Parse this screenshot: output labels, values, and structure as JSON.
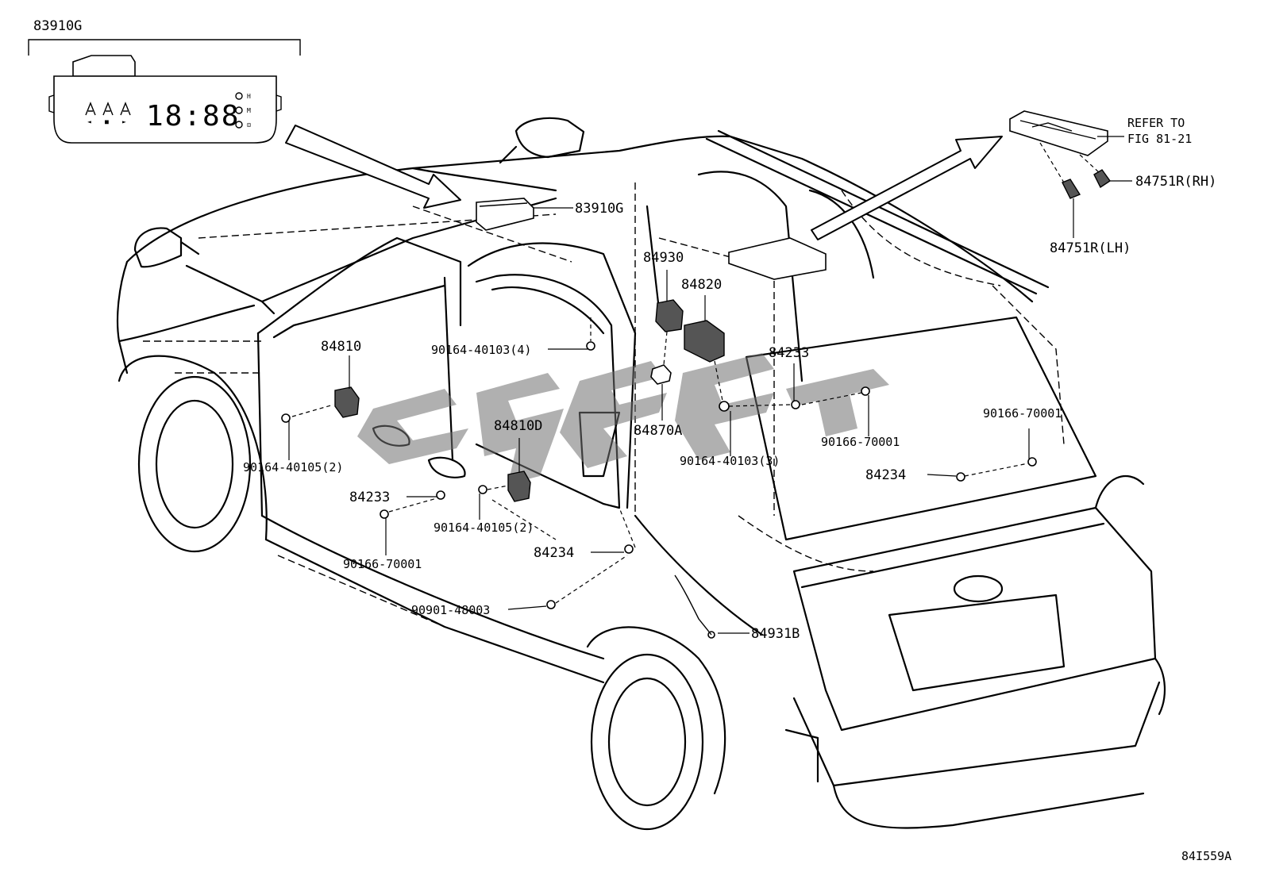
{
  "diagram_id": "84I559A",
  "inset": {
    "part_number": "83910G",
    "clock_display": "18:88",
    "side_indicators": [
      "H",
      "M",
      "⊡"
    ]
  },
  "labels": [
    {
      "id": "lbl-83910g",
      "text": "83910G"
    },
    {
      "id": "lbl-84930",
      "text": "84930"
    },
    {
      "id": "lbl-84820",
      "text": "84820"
    },
    {
      "id": "lbl-84810",
      "text": "84810"
    },
    {
      "id": "lbl-90164-40103-4",
      "text": "90164-40103(4)"
    },
    {
      "id": "lbl-84233-top",
      "text": "84233"
    },
    {
      "id": "lbl-84870a",
      "text": "84870A"
    },
    {
      "id": "lbl-84810d",
      "text": "84810D"
    },
    {
      "id": "lbl-90166-70001-mid",
      "text": "90166-70001"
    },
    {
      "id": "lbl-90164-40103-3",
      "text": "90164-40103(3)"
    },
    {
      "id": "lbl-90164-40105-2-left",
      "text": "90164-40105(2)"
    },
    {
      "id": "lbl-84233-left",
      "text": "84233"
    },
    {
      "id": "lbl-90164-40105-2-mid",
      "text": "90164-40105(2)"
    },
    {
      "id": "lbl-90166-70001-left",
      "text": "90166-70001"
    },
    {
      "id": "lbl-84234-mid",
      "text": "84234"
    },
    {
      "id": "lbl-90901-48003",
      "text": "90901-48003"
    },
    {
      "id": "lbl-84931b",
      "text": "84931B"
    },
    {
      "id": "lbl-90166-70001-right",
      "text": "90166-70001"
    },
    {
      "id": "lbl-84234-right",
      "text": "84234"
    },
    {
      "id": "lbl-84751r-rh",
      "text": "84751R(RH)"
    },
    {
      "id": "lbl-84751r-lh",
      "text": "84751R(LH)"
    }
  ],
  "refer": {
    "line1": "REFER TO",
    "line2": "FIG 81-21"
  }
}
